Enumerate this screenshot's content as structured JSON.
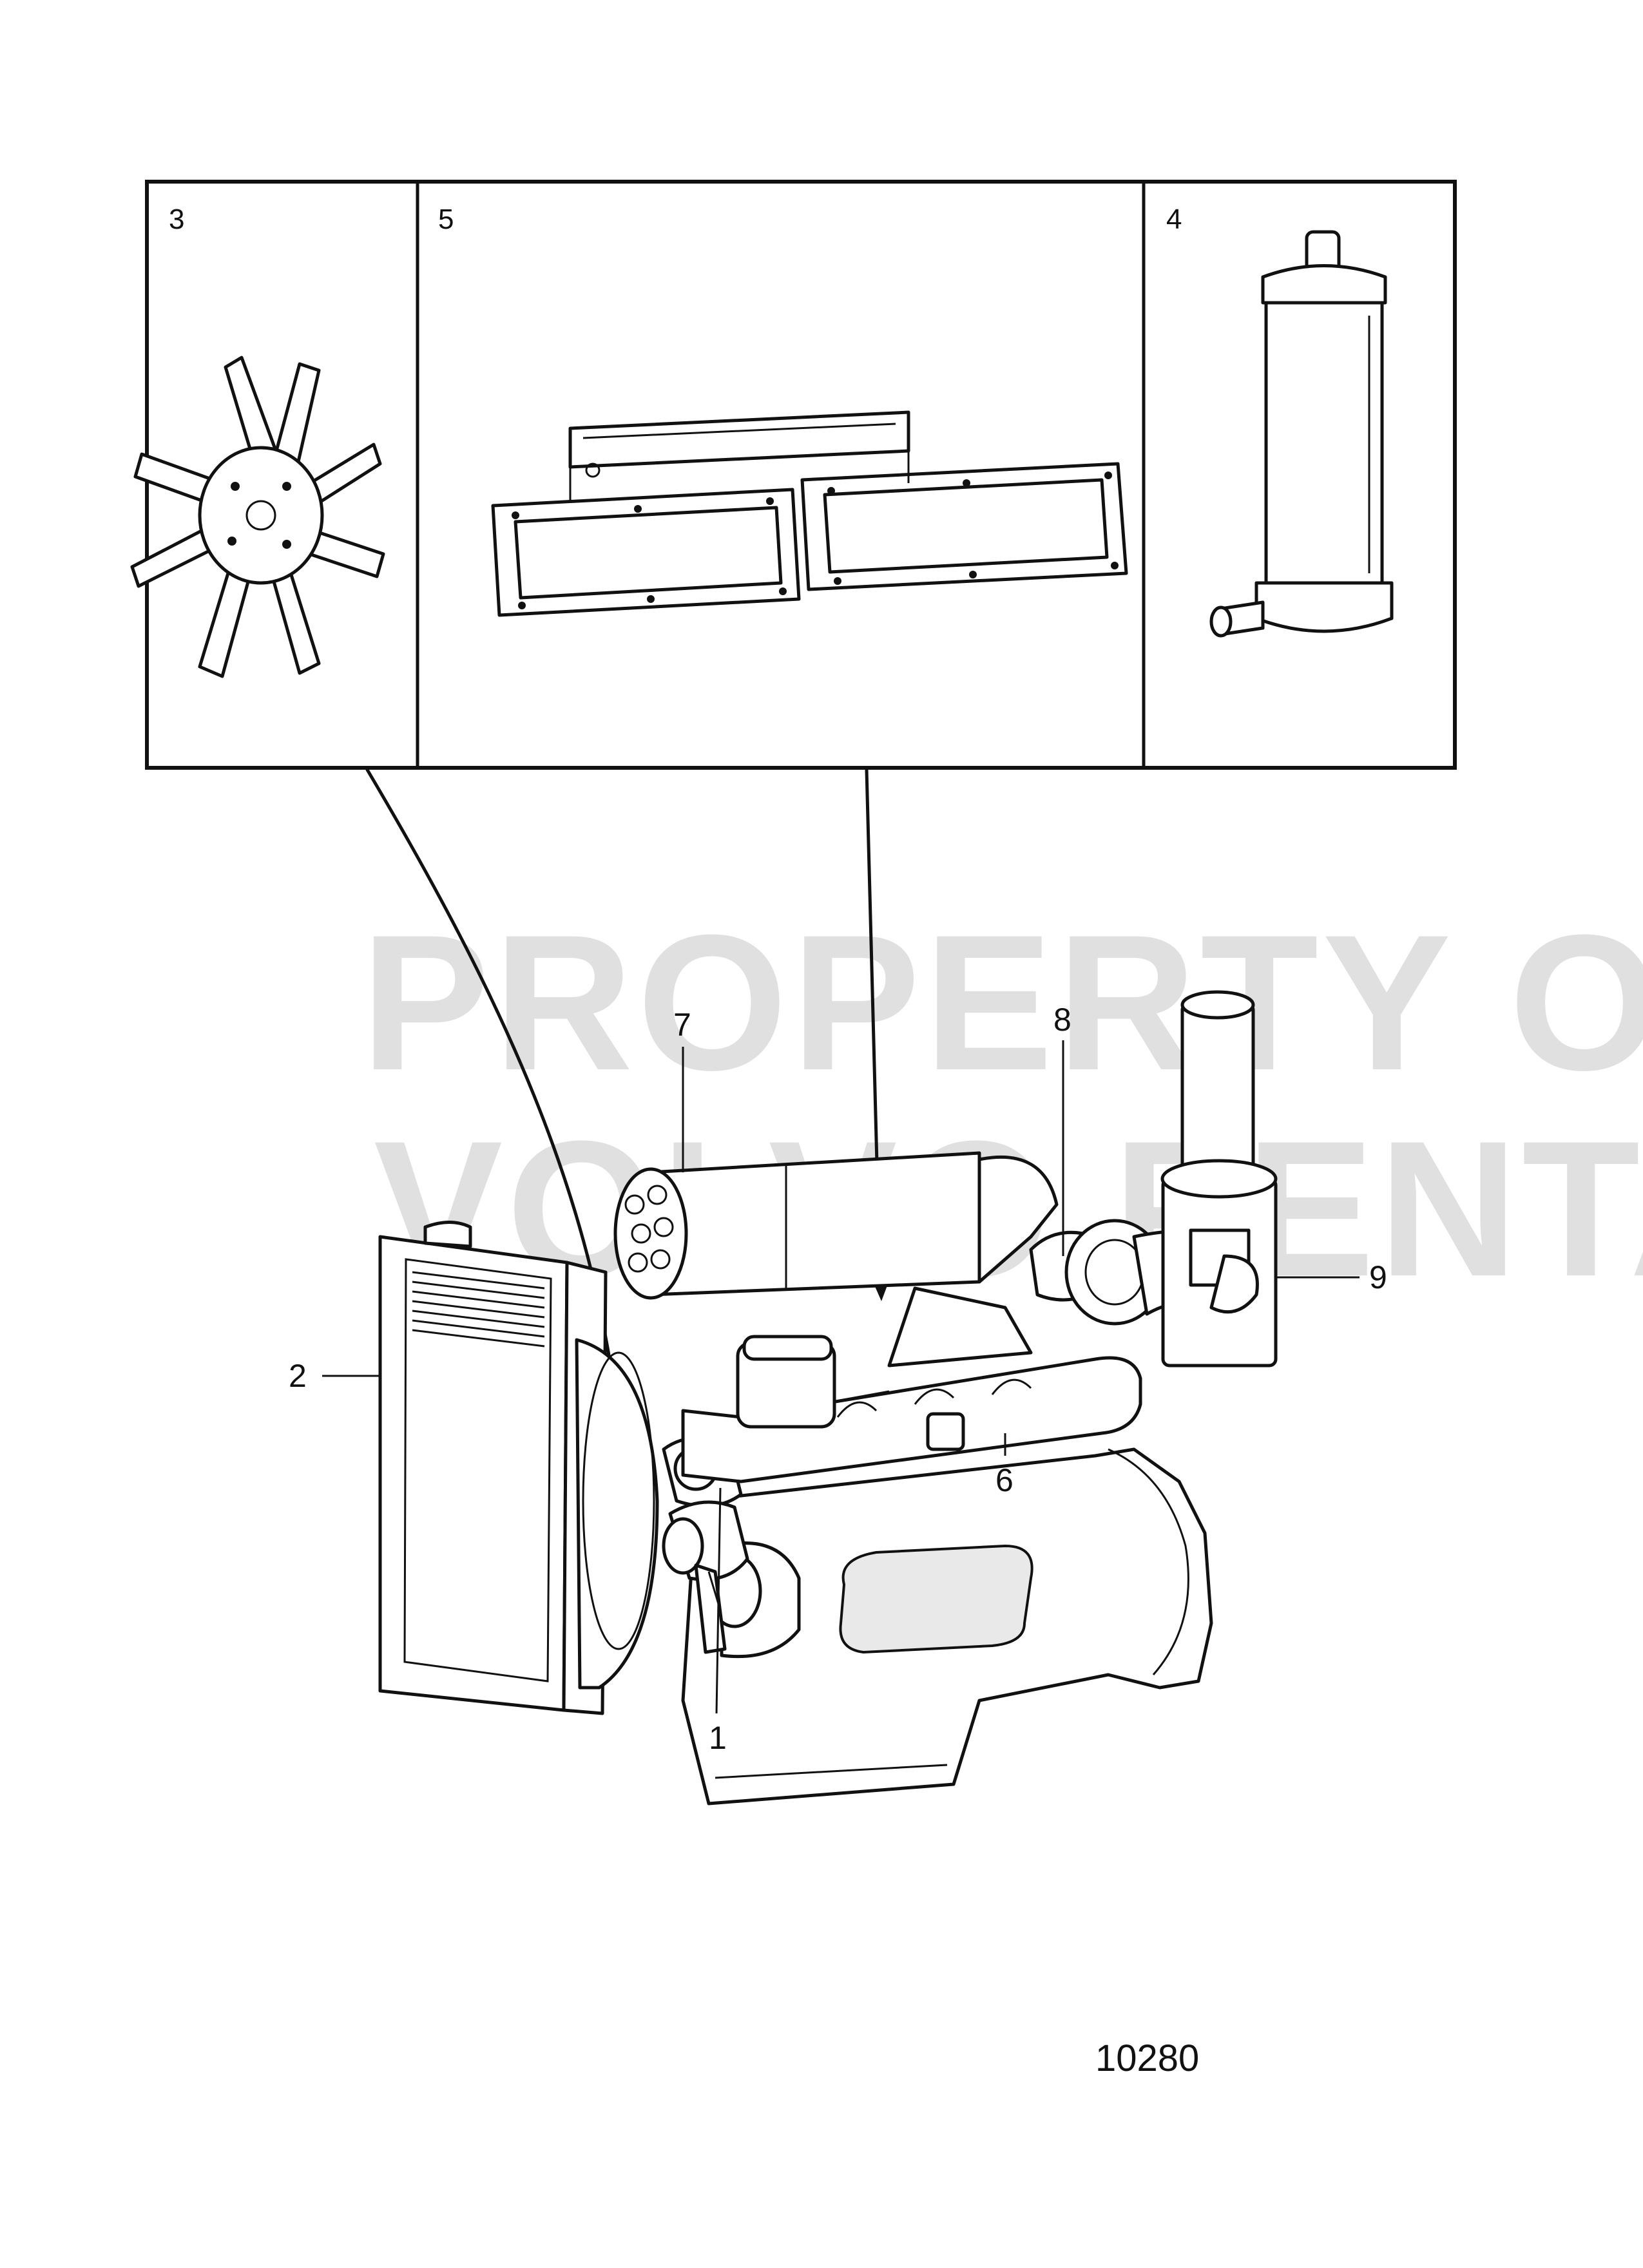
{
  "diagram": {
    "reference_number": "10280",
    "watermark": [
      "PROPERTY OF",
      "VOLVO PENTA"
    ],
    "inset_panels": [
      {
        "label": "3",
        "part": "fan-icon"
      },
      {
        "label": "5",
        "part": "intake-manifold-icon"
      },
      {
        "label": "4",
        "part": "expansion-tank-icon"
      }
    ],
    "callouts": [
      {
        "label": "1",
        "part": "thermostat-housing"
      },
      {
        "label": "2",
        "part": "radiator"
      },
      {
        "label": "6",
        "part": "coolant-pipe"
      },
      {
        "label": "7",
        "part": "heat-exchanger"
      },
      {
        "label": "8",
        "part": "exhaust-elbow"
      },
      {
        "label": "9",
        "part": "silencer"
      }
    ]
  }
}
